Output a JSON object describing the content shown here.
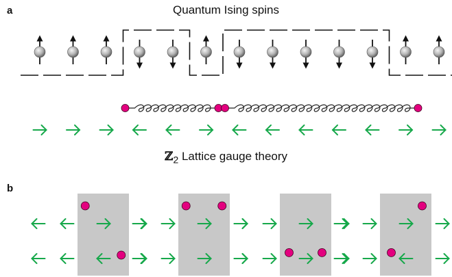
{
  "panel_a": {
    "label": "a",
    "title": "Quantum Ising spins",
    "spins": [
      "up",
      "up",
      "up",
      "down",
      "down",
      "up",
      "down",
      "down",
      "down",
      "down",
      "down",
      "up",
      "up"
    ],
    "domain_wall_pattern": [
      "low",
      "low",
      "low",
      "high",
      "high",
      "low",
      "high",
      "high",
      "high",
      "high",
      "high",
      "low",
      "low"
    ],
    "arrows": [
      "right",
      "right",
      "right",
      "left",
      "left",
      "right",
      "left",
      "left",
      "left",
      "left",
      "left",
      "right",
      "right"
    ],
    "strings": [
      {
        "from_spin": 3,
        "to_spin": 5
      },
      {
        "from_spin": 6,
        "to_spin": 11
      }
    ]
  },
  "panel_b": {
    "label": "b",
    "gauge_symbol": "ℤ",
    "gauge_subscript": "2",
    "gauge_title_rest": " Lattice gauge theory",
    "plaquettes": [
      {
        "top_row": [
          "left",
          "left",
          "right",
          "right"
        ],
        "bottom_row": [
          "left",
          "left",
          "left",
          "right"
        ],
        "charges": [
          [
            0.15,
            0.15
          ],
          [
            0.85,
            0.75
          ]
        ]
      },
      {
        "top_row": [
          "right",
          "right",
          "right",
          "right"
        ],
        "bottom_row": [
          "right",
          "right",
          "right",
          "right"
        ],
        "charges": [
          [
            0.15,
            0.15
          ],
          [
            0.85,
            0.15
          ]
        ]
      },
      {
        "top_row": [
          "right",
          "right",
          "right",
          "right"
        ],
        "bottom_row": [
          "right",
          "right",
          "right",
          "right"
        ],
        "charges": [
          [
            0.18,
            0.72
          ],
          [
            0.82,
            0.72
          ]
        ]
      },
      {
        "top_row": [
          "right",
          "right",
          "right",
          "right"
        ],
        "bottom_row": [
          "right",
          "right",
          "left",
          "right"
        ],
        "charges": [
          [
            0.82,
            0.15
          ],
          [
            0.22,
            0.72
          ]
        ]
      }
    ]
  },
  "colors": {
    "arrow": "#16a84a",
    "charge": "#e3007f",
    "plaquette": "#c8c8c8",
    "wall": "#111111",
    "spin_dark": "#555555",
    "spin_light": "#e8e8e8"
  }
}
